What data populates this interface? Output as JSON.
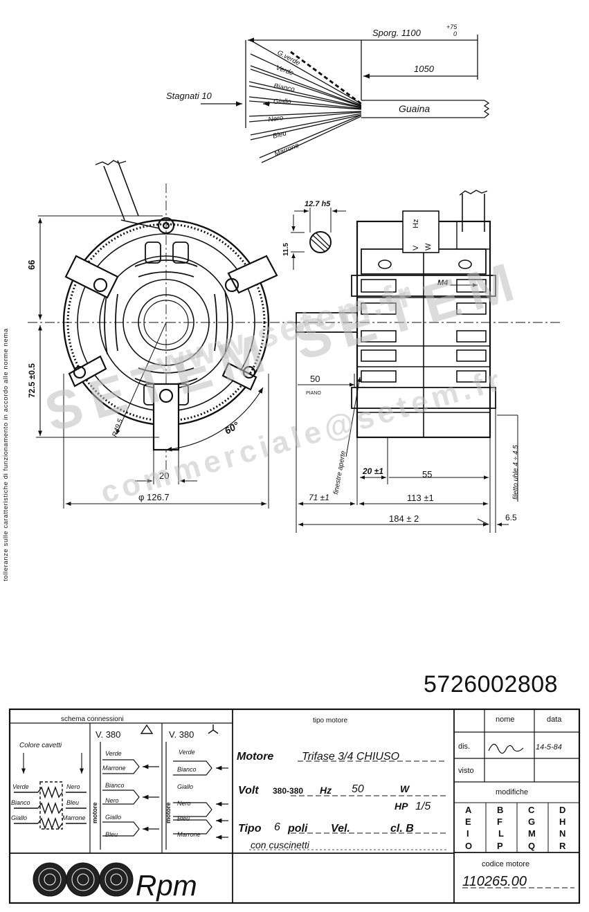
{
  "side_note": "tolleranze sulle caratteristiche di funzionamento in accordo alle norme nema",
  "watermarks": {
    "a": "SETEM SETEM",
    "b": "commerciale@setem.fr",
    "c": "www.setem.fr"
  },
  "cable": {
    "sporg": "Sporg. 1100",
    "sporg_tol_top": "+75",
    "sporg_tol_bot": "0",
    "dim_1050": "1050",
    "stagnati": "Stagnati 10",
    "guaina": "Guaina",
    "wires": [
      "G.verde",
      "Verde",
      "Bianco",
      "Giallo",
      "Nero",
      "Bleu",
      "Marrone"
    ]
  },
  "front_view": {
    "dim_66": "66",
    "dim_725": "72.5 ±0.5",
    "r_label": "R49.5",
    "angle": "60°",
    "dim_20": "20",
    "diameter": "φ 126.7"
  },
  "side_view": {
    "shaft_dim": "12.7 h5",
    "flat_dim": "11.5",
    "hz": "Hz",
    "v": "V",
    "w": "W",
    "m4": "M4",
    "dim_50": "50",
    "piano": "PIANO",
    "finestre": "finestre aperte",
    "dim_20": "20 ±1",
    "dim_55": "55",
    "dim_71": "71 ±1",
    "dim_113": "113 ±1",
    "dim_184": "184 ± 2",
    "dim_65": "6.5",
    "filetto": "filetto uhle 4 ÷ 4.5"
  },
  "part_number": "5726002808",
  "title_block": {
    "schema_header": "schema   connessioni",
    "colore_cavetti": "Colore cavetti",
    "left_pairs": [
      [
        "Verde",
        "Nero"
      ],
      [
        "Bianco",
        "Bleu"
      ],
      [
        "Giallo",
        "Marrone"
      ]
    ],
    "delta_label": "V. 380",
    "star_label": "V. 380",
    "motore_vertical": "motore",
    "delta_wires": [
      "Verde",
      "Marrone",
      "Bianco",
      "Nero",
      "Giallo",
      "Bleu"
    ],
    "star_wires": [
      "Verde",
      "Bianco",
      "Giallo",
      "Nero",
      "Bleu",
      "Marrone"
    ],
    "tipo_header": "tipo motore",
    "line1_a": "Motore",
    "line1_b": "Trifase  3/4  CHIUSO",
    "line2_a": "Volt",
    "line2_b": "380-380",
    "line2_c": "Hz",
    "line2_d": "50",
    "line2_e": "W",
    "line2_f": "HP",
    "line2_g": "1/5",
    "line3_a": "Tipo",
    "line3_b": "6",
    "line3_c": "poli",
    "line3_d": "Vel.",
    "line3_e": "cl. B",
    "line4": "con  cuscinetti",
    "nome": "nome",
    "data": "data",
    "dis": "dis.",
    "dis_date": "14-5-84",
    "visto": "visto",
    "modifiche": "modifiche",
    "mod_letters": [
      [
        "A",
        "B",
        "C",
        "D"
      ],
      [
        "E",
        "F",
        "G",
        "H"
      ],
      [
        "I",
        "L",
        "M",
        "N"
      ],
      [
        "O",
        "P",
        "Q",
        "R"
      ]
    ],
    "codice_header": "codice motore",
    "codice": "110265.00",
    "brand": "Rpm"
  }
}
